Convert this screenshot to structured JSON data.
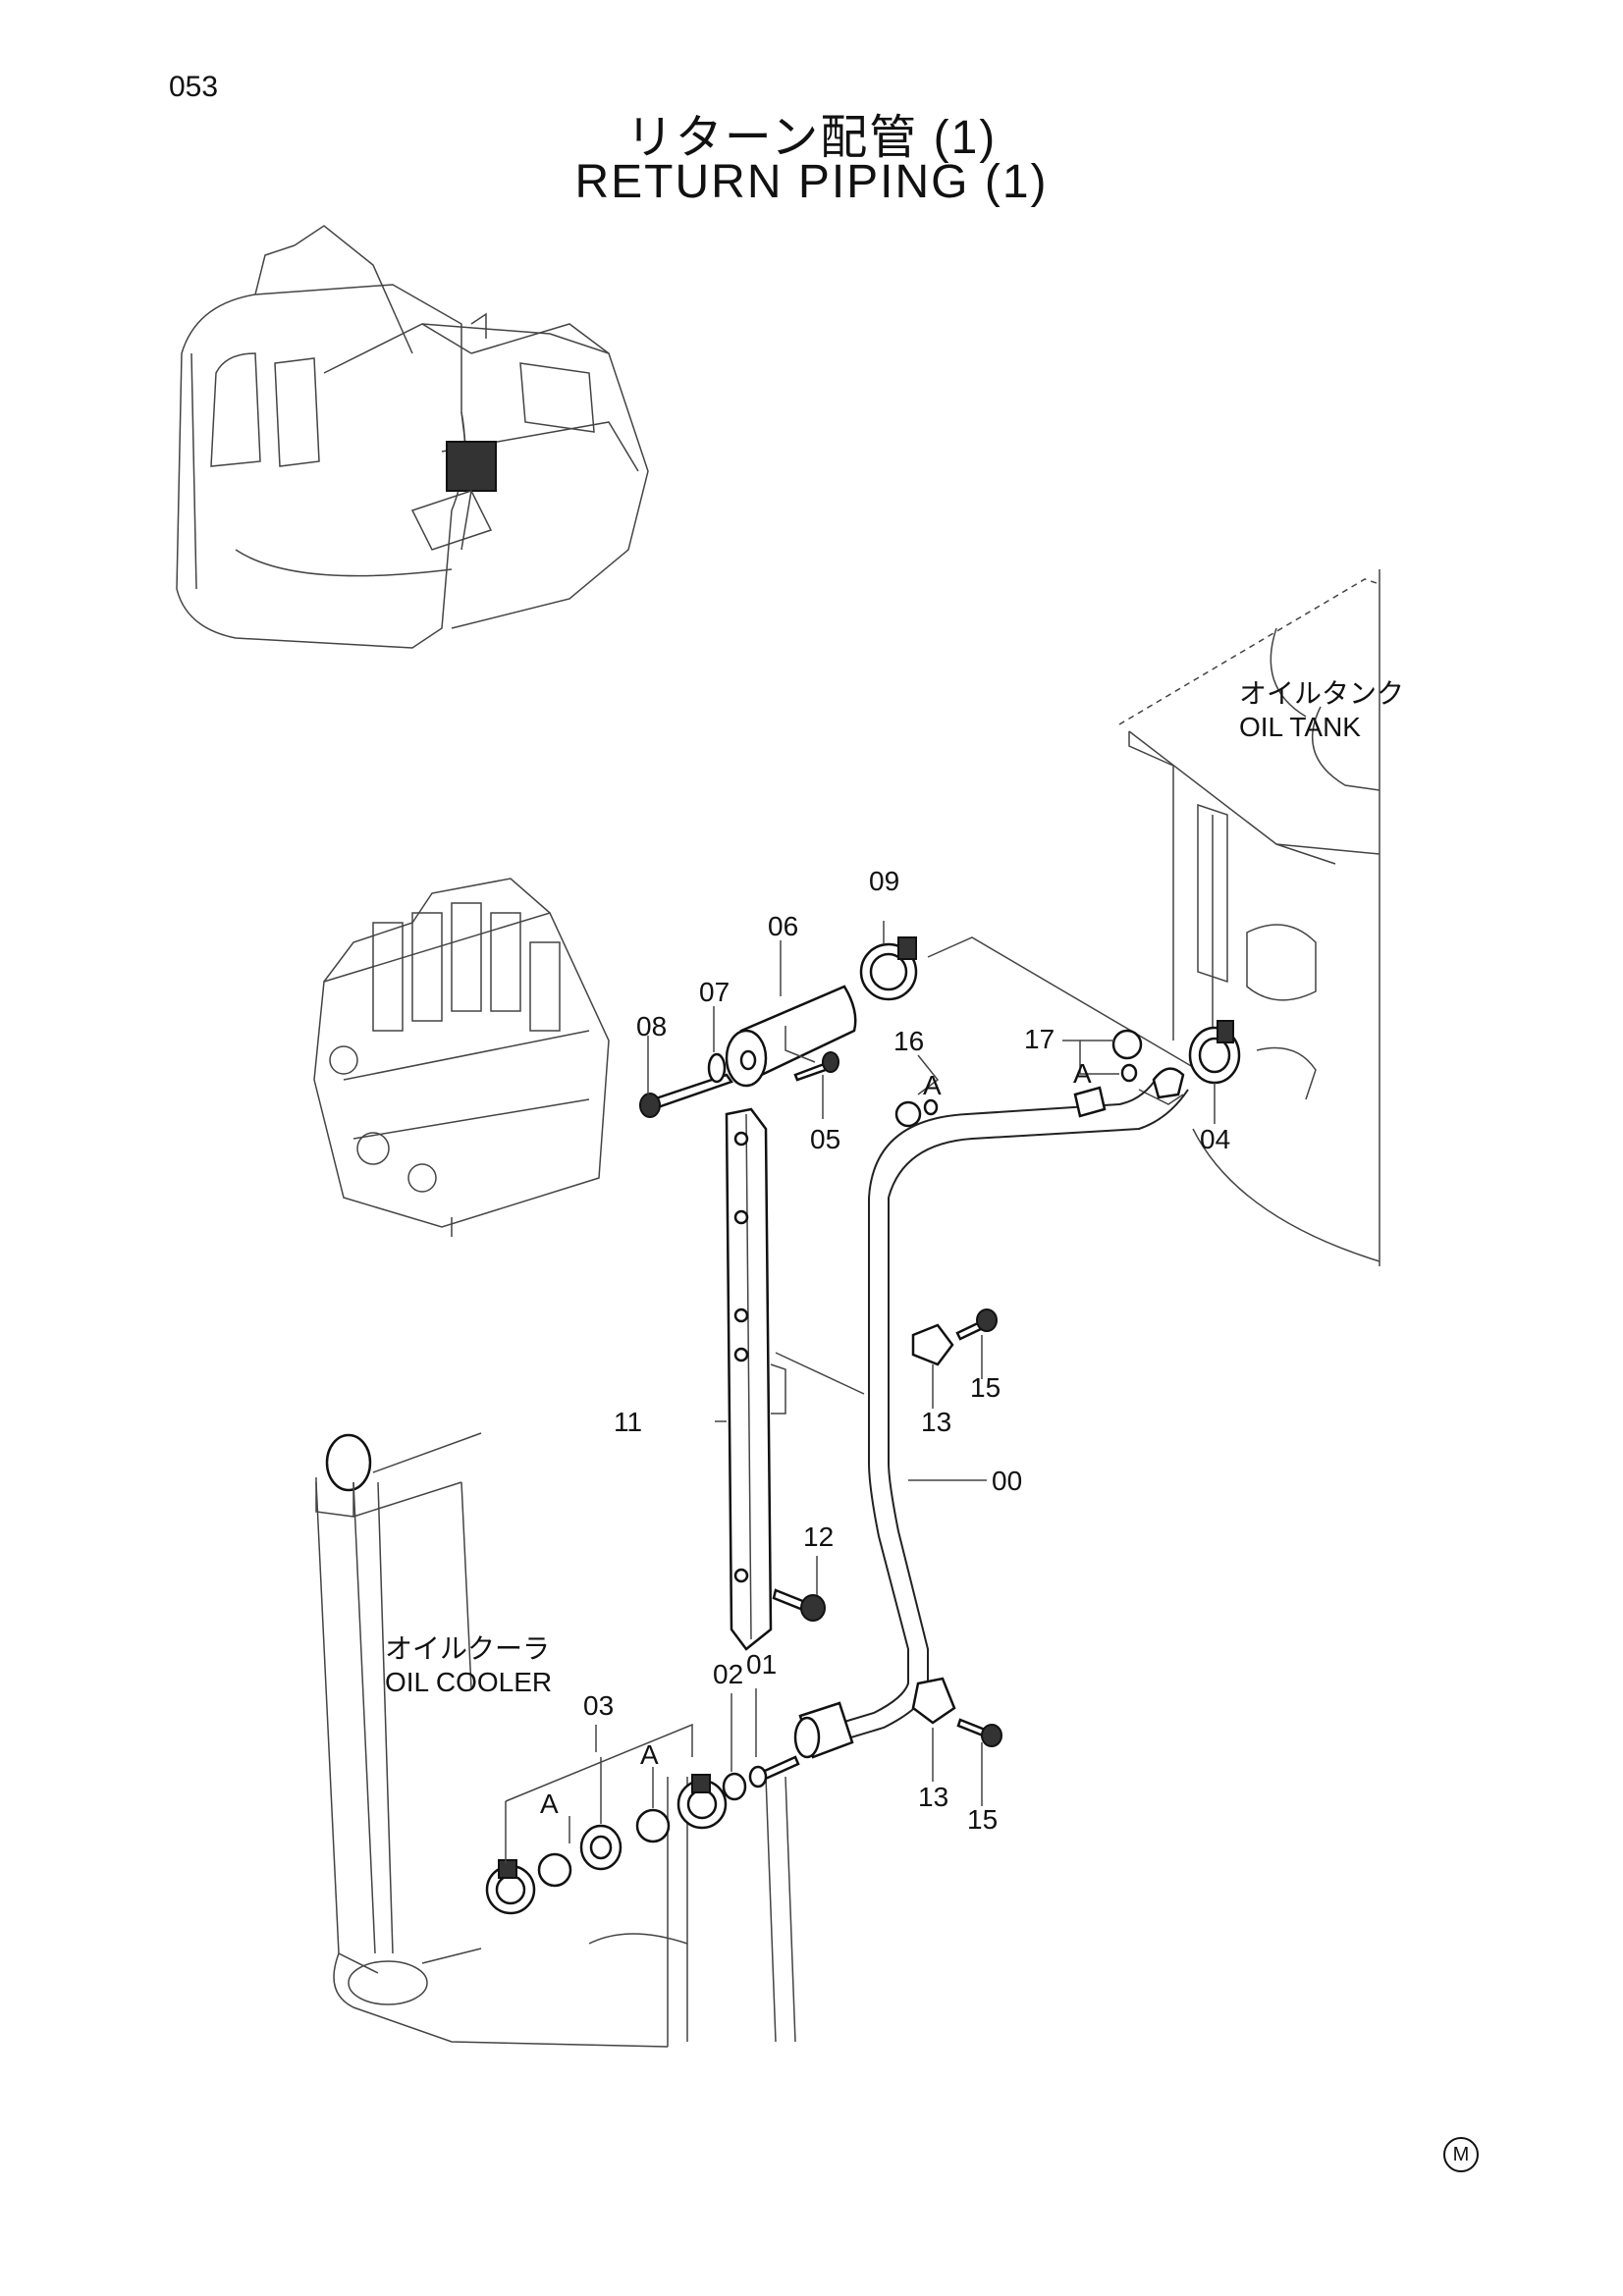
{
  "header": {
    "page_number": "053",
    "title_ja": "リターン配管 (1)",
    "title_en": "RETURN PIPING (1)"
  },
  "labels": {
    "oil_tank_ja": "オイルタンク",
    "oil_tank_en": "OIL TANK",
    "oil_cooler_ja": "オイルクーラ",
    "oil_cooler_en": "OIL COOLER"
  },
  "callouts": {
    "c00": "00",
    "c01": "01",
    "c02": "02",
    "c03": "03",
    "c04": "04",
    "c05": "05",
    "c06": "06",
    "c07": "07",
    "c08": "08",
    "c09": "09",
    "c11": "11",
    "c12": "12",
    "c13a": "13",
    "c13b": "13",
    "c15a": "15",
    "c15b": "15",
    "c16": "16",
    "c17": "17",
    "a1": "A",
    "a2": "A",
    "a3": "A",
    "a4": "A"
  },
  "footer": {
    "mark": "M"
  }
}
